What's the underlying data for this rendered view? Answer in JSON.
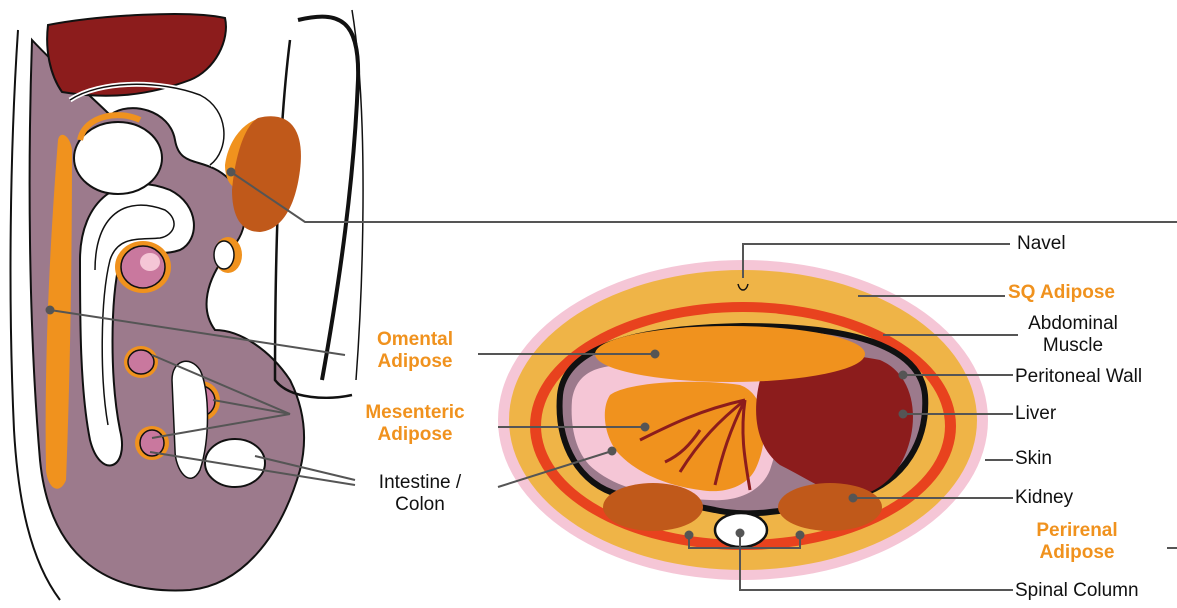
{
  "colors": {
    "dark_red": "#8c1c1c",
    "mauve": "#9c7a8c",
    "light_pink": "#f5c6d6",
    "orange": "#f0921e",
    "yellow_orange": "#efb447",
    "red_orange": "#e8421e",
    "brown_orange": "#c0591a",
    "outline": "#111111",
    "leader_line": "#555555"
  },
  "labels": {
    "omental_1": "Omental",
    "omental_2": "Adipose",
    "mesenteric_1": "Mesenteric",
    "mesenteric_2": "Adipose",
    "intestine_1": "Intestine /",
    "intestine_2": "Colon",
    "navel": "Navel",
    "sq_adipose": "SQ Adipose",
    "abdominal_1": "Abdominal",
    "abdominal_2": "Muscle",
    "peritoneal_wall": "Peritoneal Wall",
    "liver": "Liver",
    "skin": "Skin",
    "kidney": "Kidney",
    "perirenal_1": "Perirenal",
    "perirenal_2": "Adipose",
    "spinal_column": "Spinal Column"
  }
}
